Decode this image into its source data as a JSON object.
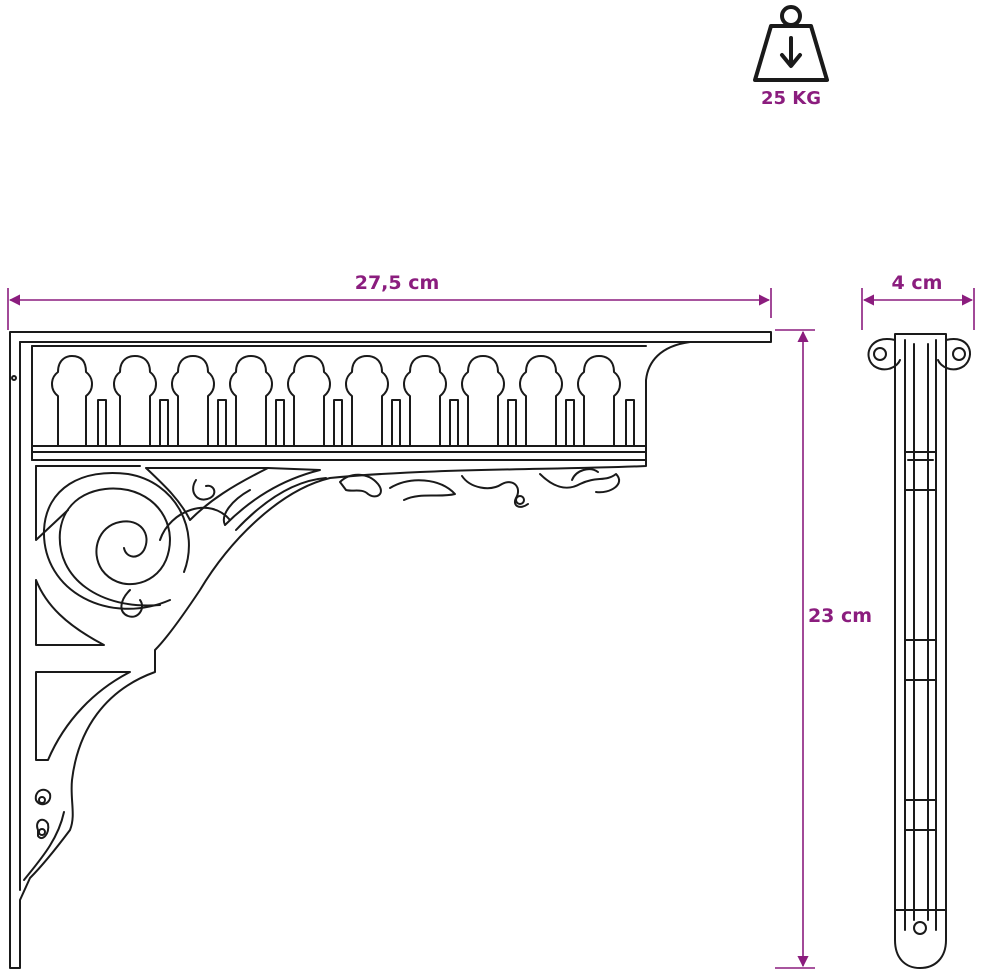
{
  "weight": {
    "label": "25 KG",
    "icon": "weight-icon"
  },
  "dimensions": {
    "width_label": "27,5 cm",
    "height_label": "23 cm",
    "depth_label": "4 cm"
  },
  "colors": {
    "accent": "#8b1d7e",
    "line": "#1a1a1a"
  }
}
